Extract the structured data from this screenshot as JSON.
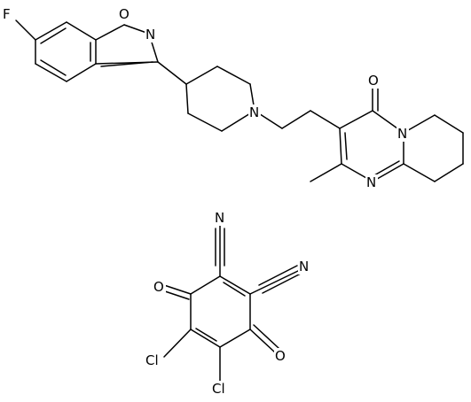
{
  "atom_labels": {
    "fluorine": "F",
    "isoxazole_oxygen": "O",
    "isoxazole_nitrogen": "N",
    "piperidine_nitrogen": "N",
    "carbonyl_oxygen": "O",
    "bridgehead_nitrogen": "N",
    "pyrimidine_nitrogen": "N",
    "nitrile_nitrogen_top": "N",
    "nitrile_nitrogen_right": "N",
    "quinone_oxygen_left": "O",
    "quinone_oxygen_right": "O",
    "chlorine_left": "Cl",
    "chlorine_bottom": "Cl"
  },
  "colors": {
    "bond": "#000000",
    "label": "#000000",
    "background": "#ffffff"
  }
}
